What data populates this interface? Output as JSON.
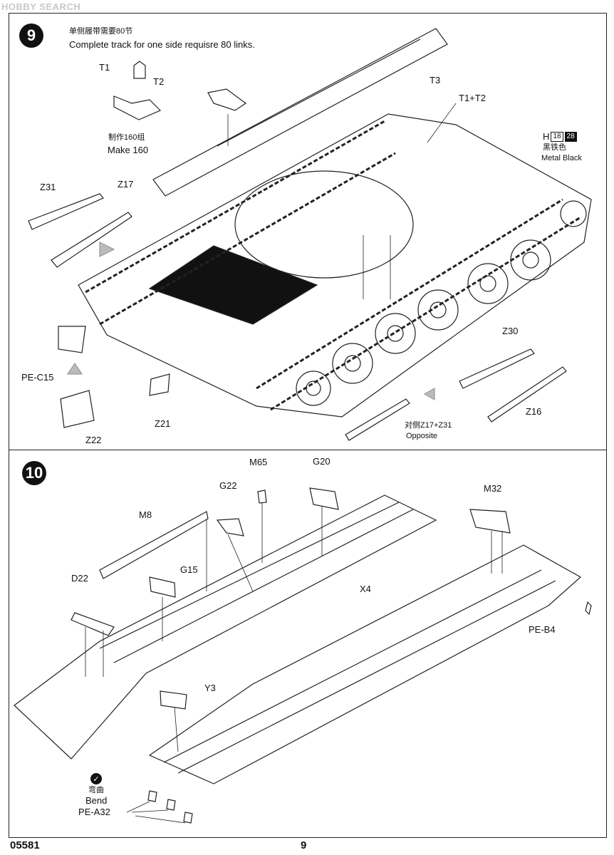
{
  "watermark": "HOBBY SEARCH",
  "footer": {
    "product_code": "05581",
    "page_number": "9"
  },
  "step9": {
    "number": "9",
    "instruction_cn": "单侧履带需要80节",
    "instruction_en": "Complete track for one side requisre 80 links.",
    "make_cn": "制作160组",
    "make_en": "Make 160",
    "color_code": "H",
    "color_num_a": "18",
    "color_num_b": "28",
    "color_cn": "黑铁色",
    "color_en": "Metal  Black",
    "opposite_cn": "对侧Z17+Z31",
    "opposite_en": "Opposite",
    "parts": [
      "T1",
      "T2",
      "T3",
      "T1+T2",
      "Z31",
      "Z17",
      "Z30",
      "Z16",
      "PE-C15",
      "Z22",
      "Z21"
    ]
  },
  "step10": {
    "number": "10",
    "bend_cn": "弯曲",
    "bend_en": "Bend",
    "parts": [
      "M65",
      "G20",
      "G22",
      "M8",
      "M32",
      "D22",
      "G15",
      "X4",
      "PE-B4",
      "Y3",
      "PE-A32"
    ]
  }
}
